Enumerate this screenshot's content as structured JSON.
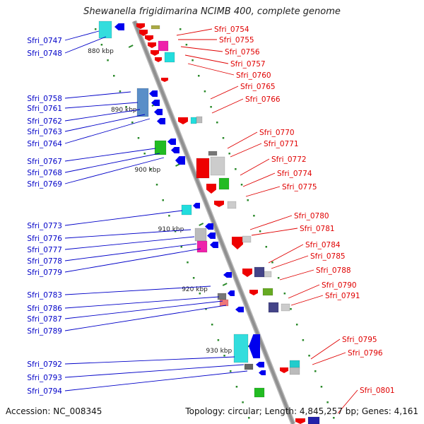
{
  "title": "Shewanella frigidimarina NCIMB 400, complete genome",
  "accession": "Accession: NC_008345",
  "summary": "Topology: circular; Length: 4,845,257 bp; Genes: 4,161",
  "colors": {
    "left_labels": "#0000c8",
    "right_labels": "#e00000",
    "backbone": "#909090",
    "tick": "#2a8a2a"
  },
  "scale_labels": [
    "880 kbp",
    "890 kbp",
    "900 kbp",
    "910 kbp",
    "920 kbp",
    "930 kbp"
  ],
  "left_labels": [
    "Sfri_0747",
    "Sfri_0748",
    "Sfri_0758",
    "Sfri_0761",
    "Sfri_0762",
    "Sfri_0763",
    "Sfri_0764",
    "Sfri_0767",
    "Sfri_0768",
    "Sfri_0769",
    "Sfri_0773",
    "Sfri_0776",
    "Sfri_0777",
    "Sfri_0778",
    "Sfri_0779",
    "Sfri_0783",
    "Sfri_0786",
    "Sfri_0787",
    "Sfri_0789",
    "Sfri_0792",
    "Sfri_0793",
    "Sfri_0794"
  ],
  "right_labels": [
    "Sfri_0754",
    "Sfri_0755",
    "Sfri_0756",
    "Sfri_0757",
    "Sfri_0760",
    "Sfri_0765",
    "Sfri_0766",
    "Sfri_0770",
    "Sfri_0771",
    "Sfri_0772",
    "Sfri_0774",
    "Sfri_0775",
    "Sfri_0780",
    "Sfri_0781",
    "Sfri_0784",
    "Sfri_0785",
    "Sfri_0788",
    "Sfri_0790",
    "Sfri_0791",
    "Sfri_0795",
    "Sfri_0796",
    "Sfri_0801"
  ]
}
